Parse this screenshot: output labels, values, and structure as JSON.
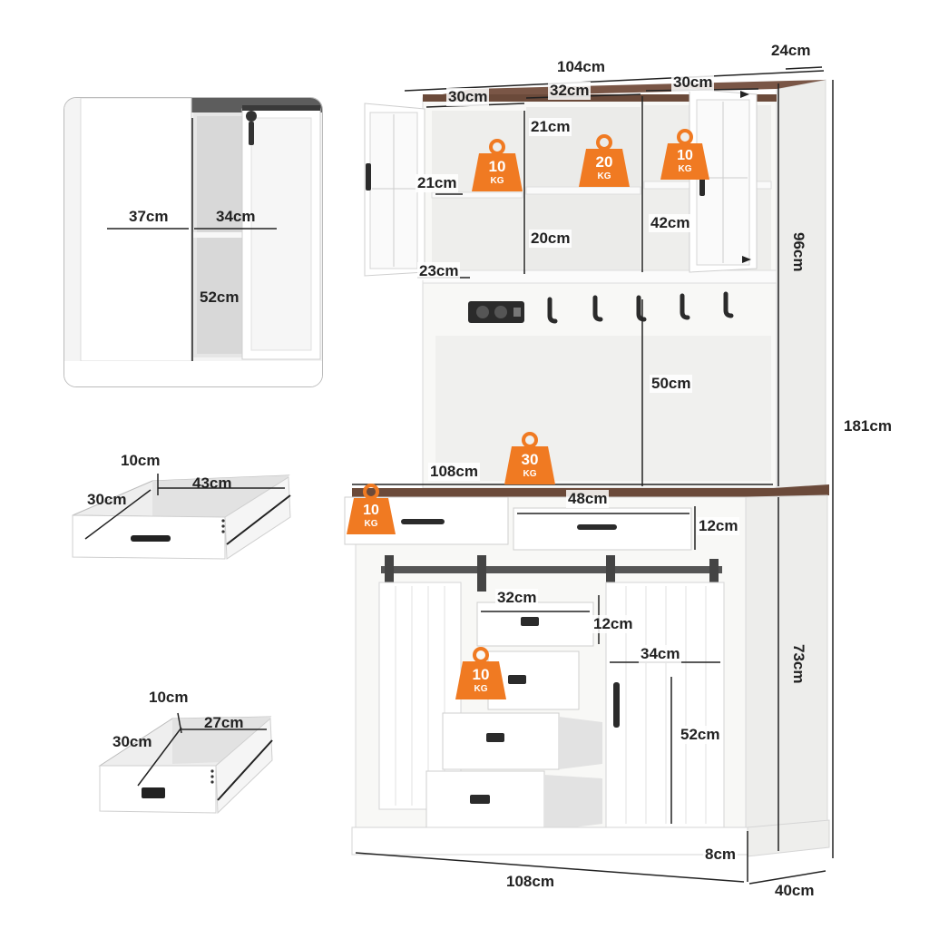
{
  "dimensions": {
    "total_width": "104cm",
    "depth_top": "24cm",
    "top_left_comp_width": "30cm",
    "top_mid_comp_width": "32cm",
    "top_right_comp_width": "30cm",
    "top_shelf_height": "21cm",
    "top_left_shelf_depth": "21cm",
    "top_right_comp_height": "42cm",
    "top_mid_lower_height": "20cm",
    "top_left_lower_width": "23cm",
    "hutch_height": "96cm",
    "total_height": "181cm",
    "open_area_height": "50cm",
    "counter_width": "108cm",
    "drawer_width": "48cm",
    "drawer_height": "12cm",
    "cabinet_drawer_width": "32cm",
    "cabinet_drawer_height": "12cm",
    "cabinet_inner_width": "34cm",
    "cabinet_inner_height": "52cm",
    "base_height": "73cm",
    "plinth_height": "8cm",
    "bottom_width": "108cm",
    "bottom_depth": "40cm"
  },
  "inset": {
    "outer_depth": "37cm",
    "inner_depth": "34cm",
    "inner_height": "52cm"
  },
  "large_drawer": {
    "height": "10cm",
    "width": "43cm",
    "depth": "30cm"
  },
  "small_drawer": {
    "height": "10cm",
    "width": "27cm",
    "depth": "30cm"
  },
  "weights": [
    {
      "value": "10",
      "unit": "KG"
    },
    {
      "value": "20",
      "unit": "KG"
    },
    {
      "value": "10",
      "unit": "KG"
    },
    {
      "value": "30",
      "unit": "KG"
    },
    {
      "value": "10",
      "unit": "KG"
    },
    {
      "value": "10",
      "unit": "KG"
    }
  ],
  "colors": {
    "cabinet": "#f7f7f5",
    "countertop": "#6b4a3a",
    "weight_badge": "#f07a22",
    "hardware": "#2b2b2b"
  }
}
